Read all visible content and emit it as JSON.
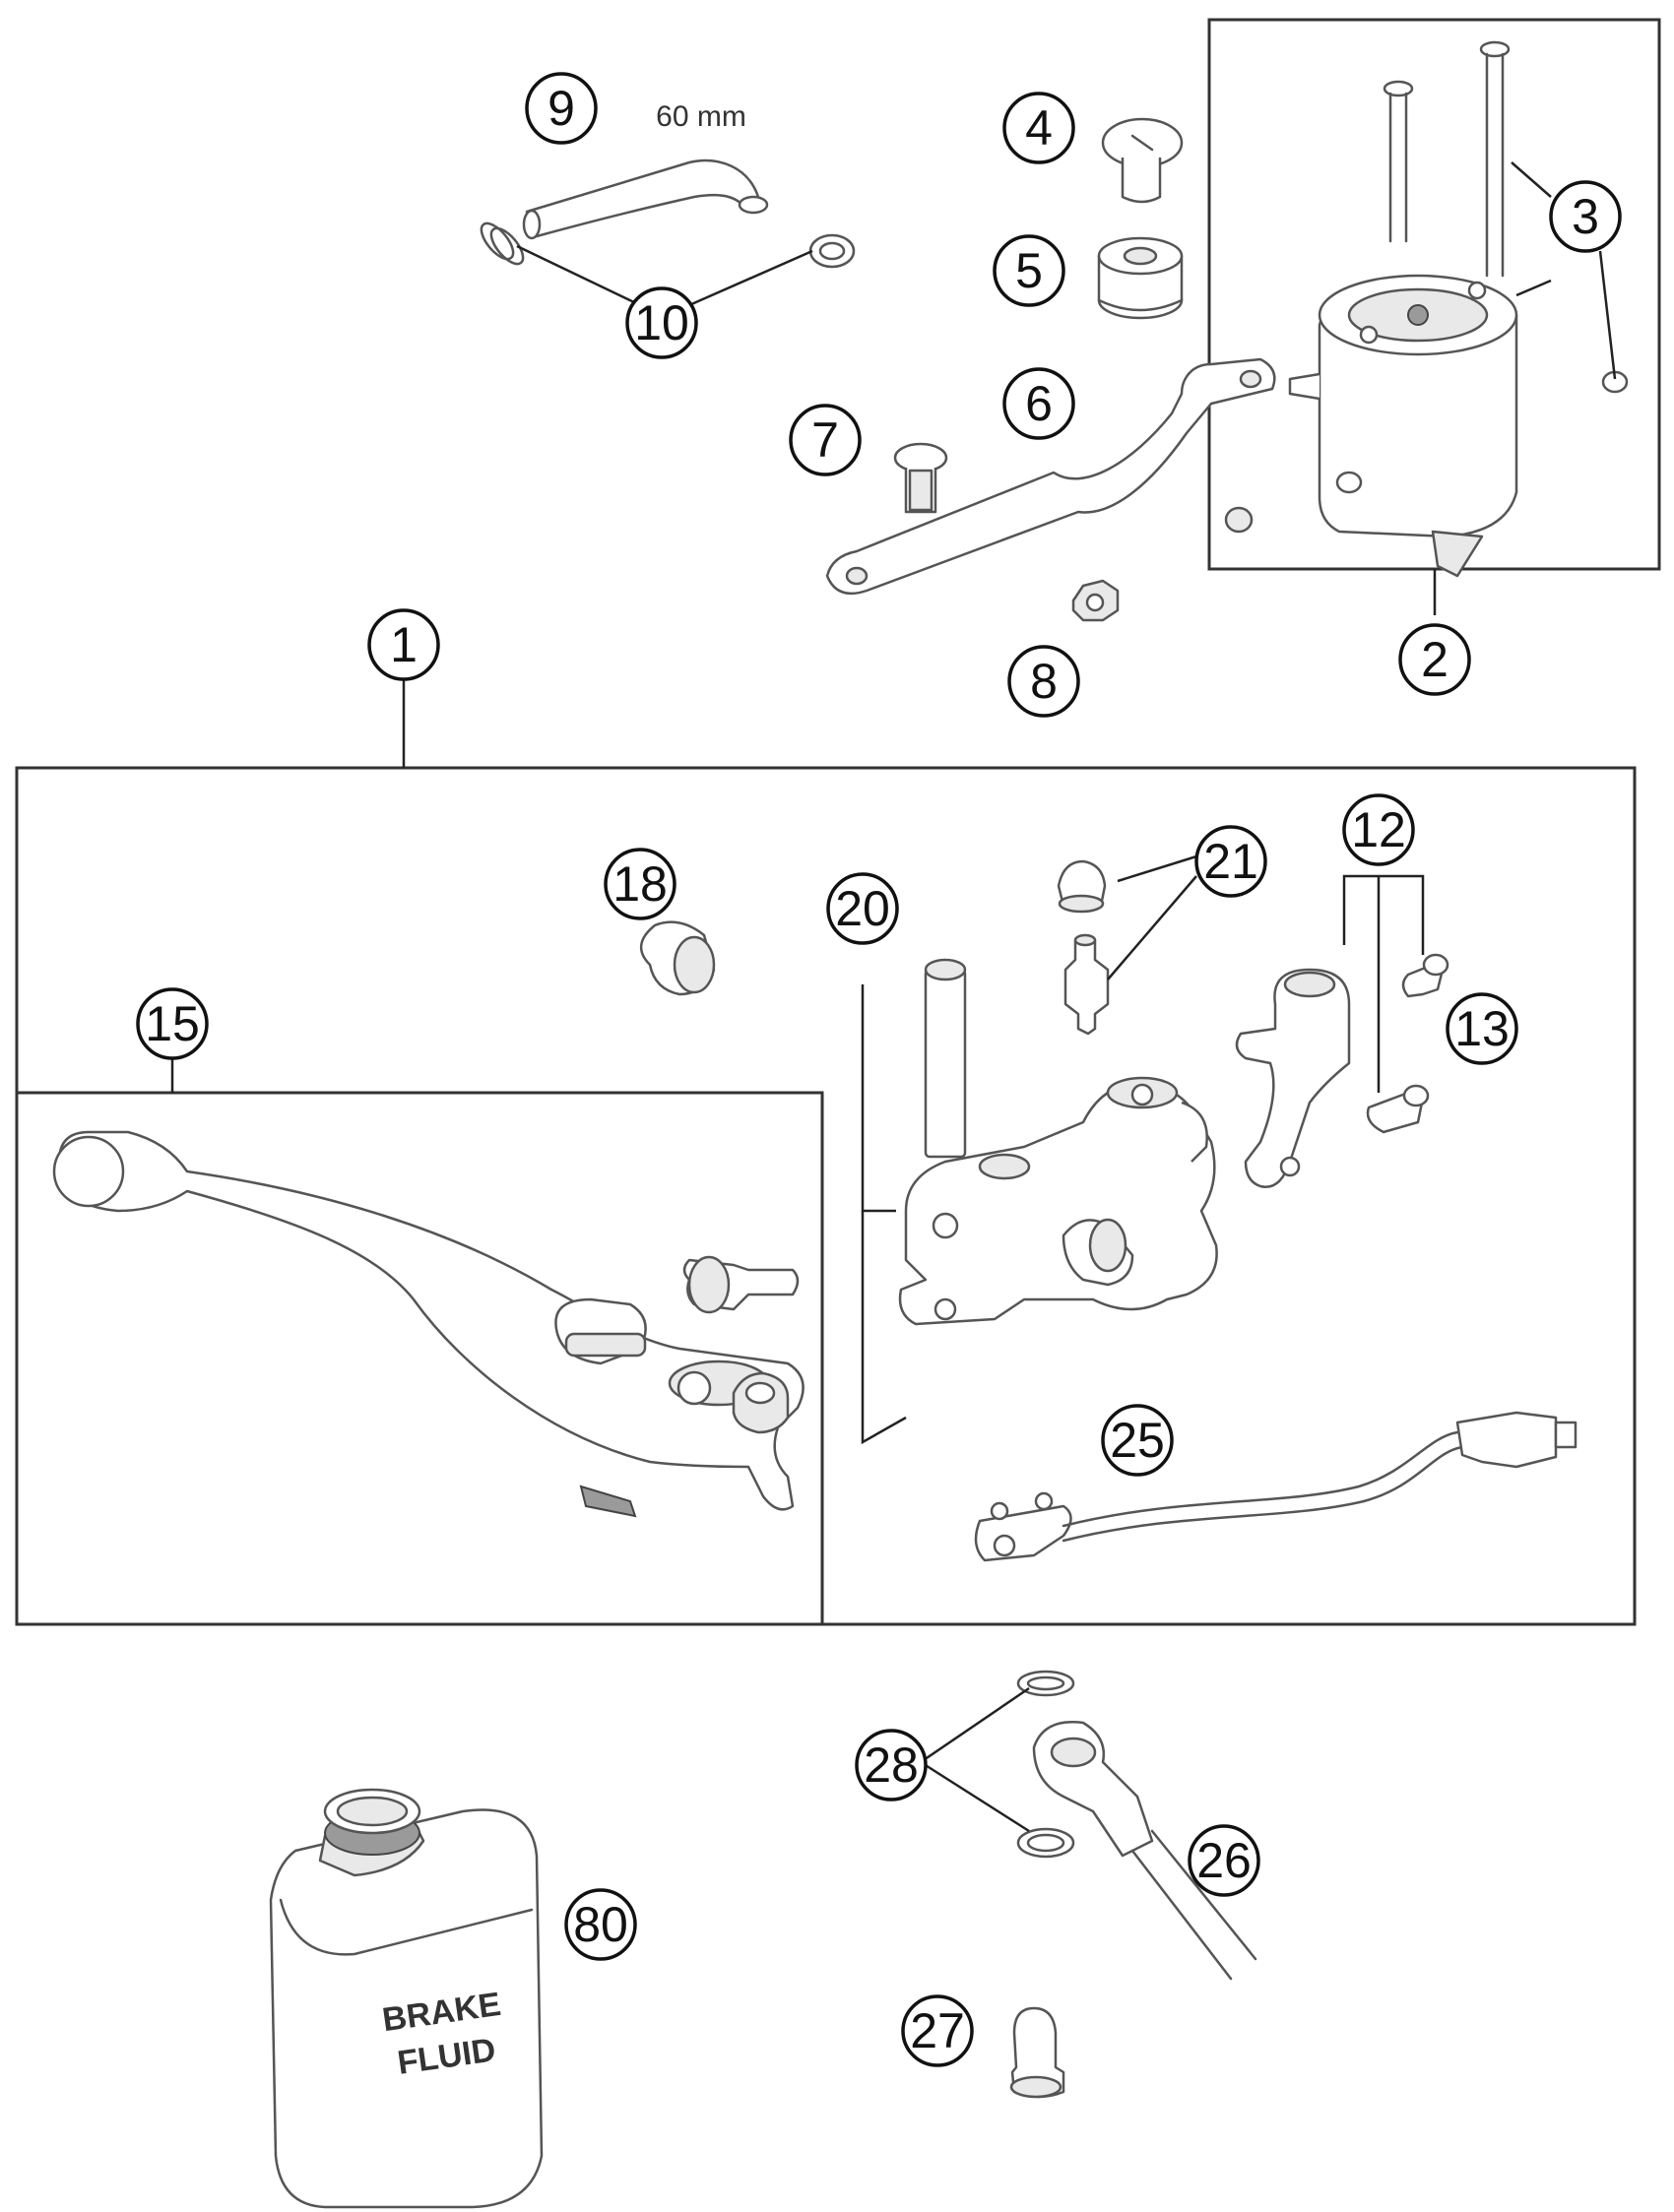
{
  "callouts": {
    "c1": "1",
    "c2": "2",
    "c3": "3",
    "c4": "4",
    "c5": "5",
    "c6": "6",
    "c7": "7",
    "c8": "8",
    "c9": "9",
    "c10": "10",
    "c12": "12",
    "c13": "13",
    "c15": "15",
    "c18": "18",
    "c20": "20",
    "c21": "21",
    "c25": "25",
    "c26": "26",
    "c27": "27",
    "c28": "28",
    "c80": "80"
  },
  "hose_length_label": "60 mm",
  "fluid_bottle": {
    "line1": "BRAKE",
    "line2": "FLUID"
  }
}
